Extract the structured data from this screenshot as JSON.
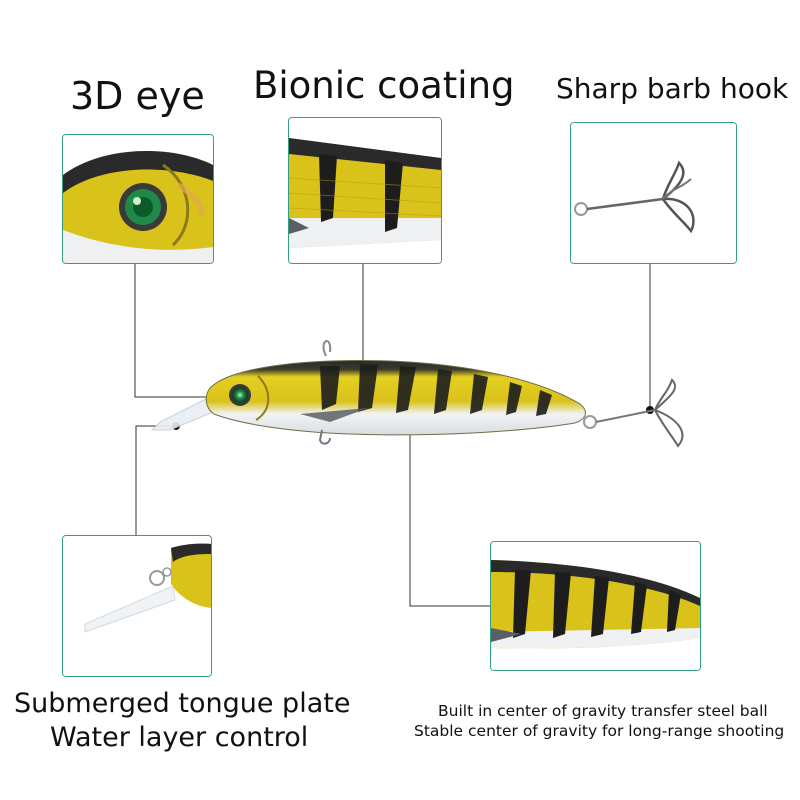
{
  "labels": {
    "eye": "3D eye",
    "coating": "Bionic coating",
    "hook": "Sharp barb hook",
    "tongue_line1": "Submerged tongue plate",
    "tongue_line2": "Water layer control",
    "ball_line1": "Built in center of gravity transfer steel ball",
    "ball_line2": "Stable center of gravity for long-range shooting"
  },
  "colors": {
    "panel_border": "#2f9f86",
    "body_yellow": "#d9c21a",
    "stripe_black": "#1d1d1d",
    "eye_green": "#1e8a45",
    "belly_white": "#eef0f2"
  }
}
